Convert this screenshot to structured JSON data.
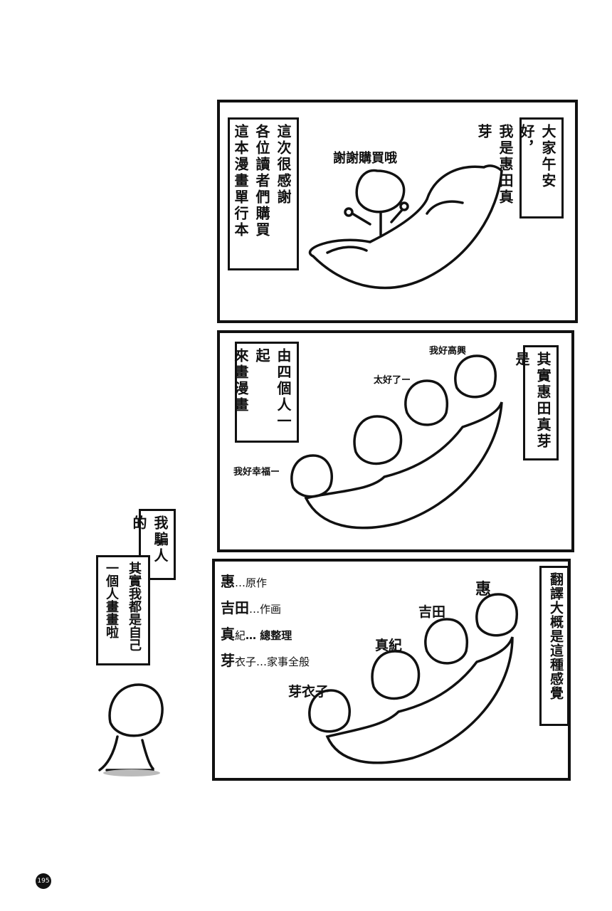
{
  "page_number": "195",
  "panels": [
    {
      "right_box": [
        "大家午安好，",
        "我是惠田真芽"
      ],
      "left_box": [
        "這次很感謝",
        "各位讀者們購買",
        "這本漫畫單行本"
      ],
      "labels": [
        "謝謝購買哦"
      ]
    },
    {
      "right_box": [
        "其實惠田真芽是"
      ],
      "left_box": [
        "由四個人一起",
        "來畫漫畫"
      ],
      "labels": [
        "我好高興",
        "太好了ー",
        "我好幸福ー"
      ]
    },
    {
      "right_box": [
        "翻譯大概是這種感覺"
      ],
      "credits": [
        {
          "name": "惠",
          "rest": "",
          "role": "…原作"
        },
        {
          "name": "吉田",
          "rest": "",
          "role": "…作画"
        },
        {
          "name": "真",
          "rest": "紀",
          "role": "… 總整理"
        },
        {
          "name": "芽",
          "rest": "衣子",
          "role": "…家事全般"
        }
      ],
      "labels": [
        "惠",
        "吉田",
        "真紀",
        "芽衣子"
      ]
    }
  ],
  "side": {
    "box1": [
      "我騙人的"
    ],
    "box2": [
      "其實我都是自己",
      "一個人畫畫啦"
    ]
  }
}
